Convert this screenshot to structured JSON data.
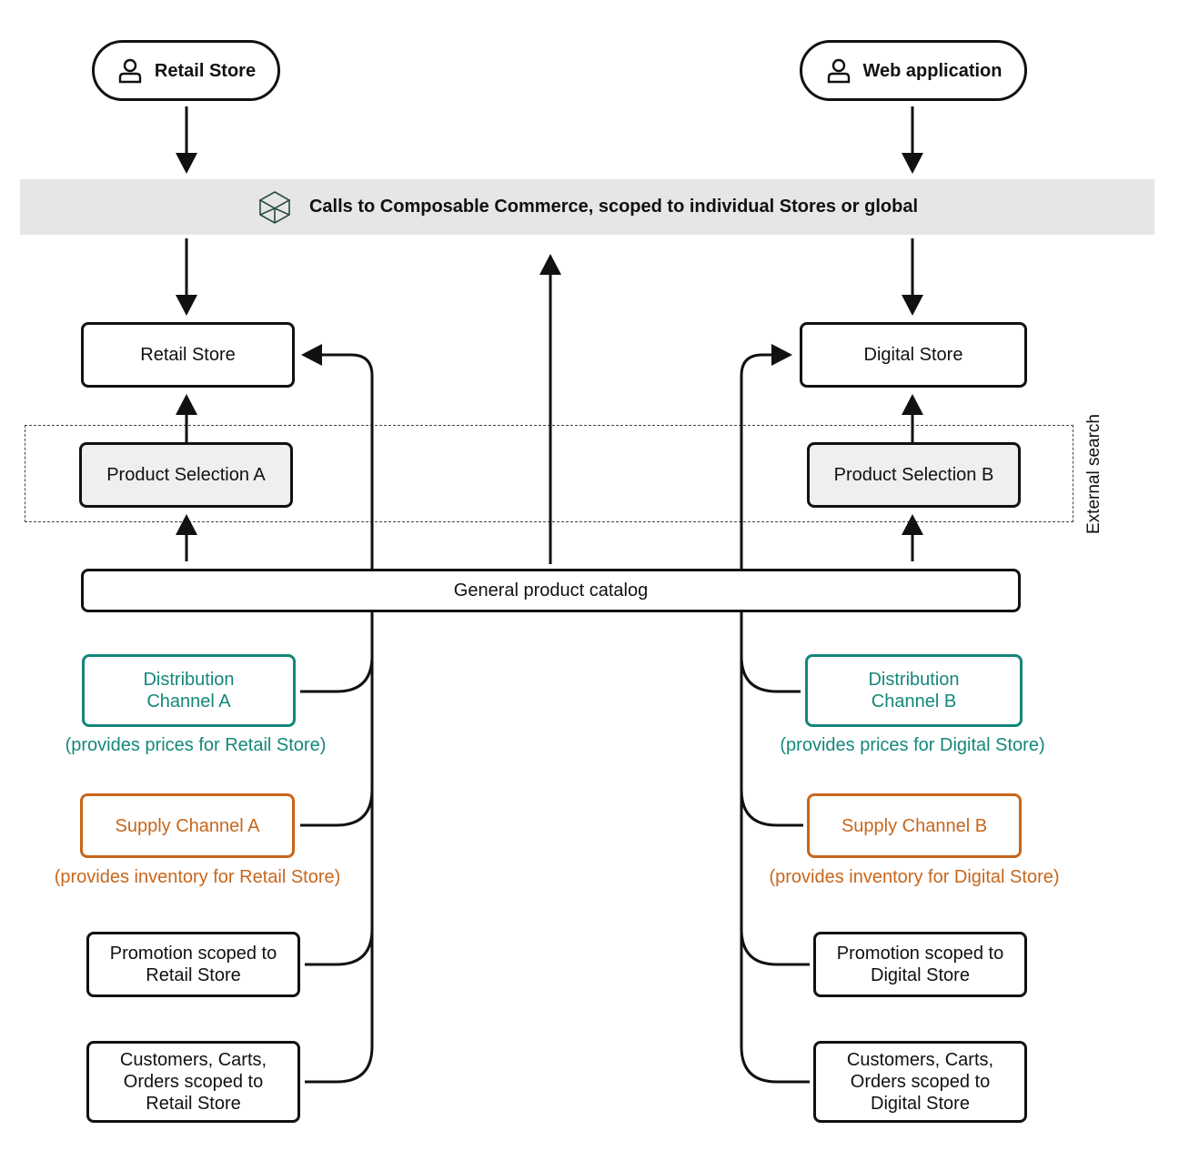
{
  "actors": {
    "left": {
      "label": "Retail Store",
      "icon": "person-icon"
    },
    "right": {
      "label": "Web application",
      "icon": "person-icon"
    }
  },
  "api_banner": {
    "label": "Calls to Composable Commerce, scoped to individual Stores or global",
    "icon": "cube-icon"
  },
  "stores": {
    "left": "Retail Store",
    "right": "Digital Store"
  },
  "product_selections": {
    "left": "Product Selection A",
    "right": "Product Selection B"
  },
  "external_search_label": "External search",
  "catalog": "General product catalog",
  "distribution": {
    "left": {
      "line1": "Distribution",
      "line2": "Channel A",
      "note": "(provides prices for Retail Store)"
    },
    "right": {
      "line1": "Distribution",
      "line2": "Channel B",
      "note": "(provides prices for Digital Store)"
    }
  },
  "supply": {
    "left": {
      "label": "Supply Channel A",
      "note": "(provides inventory for Retail Store)"
    },
    "right": {
      "label": "Supply Channel B",
      "note": "(provides inventory for Digital Store)"
    }
  },
  "promotion": {
    "left": {
      "line1": "Promotion scoped to",
      "line2": "Retail Store"
    },
    "right": {
      "line1": "Promotion scoped to",
      "line2": "Digital Store"
    }
  },
  "customers": {
    "left": {
      "line1": "Customers, Carts,",
      "line2": "Orders scoped to",
      "line3": "Retail Store"
    },
    "right": {
      "line1": "Customers, Carts,",
      "line2": "Orders scoped to",
      "line3": "Digital Store"
    }
  },
  "colors": {
    "distribution": "#14877a",
    "supply": "#c8661b",
    "banner": "#e6e6e6",
    "selection": "#efefef"
  }
}
